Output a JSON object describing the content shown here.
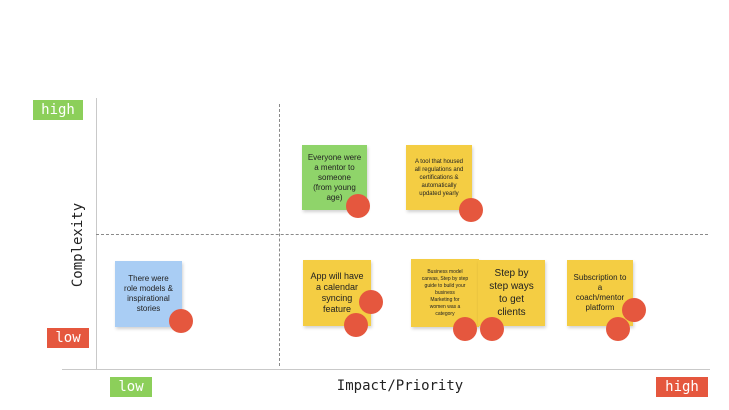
{
  "axes": {
    "y_label": "Complexity",
    "x_label": "Impact/Priority",
    "y_high": "high",
    "y_low": "low",
    "x_low": "low",
    "x_high": "high"
  },
  "notes": [
    {
      "text": "Everyone were\na mentor to\nsomeone\n(from young\nage)",
      "color": "green",
      "quadrant": "high-complexity-high-impact"
    },
    {
      "text": "A tool that housed\nall regulations and\ncertifications &\nautomatically\nupdated yearly",
      "color": "yellow",
      "quadrant": "high-complexity-high-impact"
    },
    {
      "text": "There were\nrole models &\ninspirational\nstories",
      "color": "blue",
      "quadrant": "low-complexity-low-impact"
    },
    {
      "text": "App will have\na calendar\nsyncing\nfeature",
      "color": "yellow",
      "quadrant": "low-complexity-high-impact"
    },
    {
      "text": "Business model\ncanvas, Step by step\nguide to build your\nbusiness\nMarketing for\nwomen was a\ncategory",
      "color": "yellow",
      "quadrant": "low-complexity-high-impact"
    },
    {
      "text": "Step by\nstep ways\nto get\nclients",
      "color": "yellow",
      "quadrant": "low-complexity-high-impact"
    },
    {
      "text": "Subscription to\na\ncoach/mentor\nplatform",
      "color": "yellow",
      "quadrant": "low-complexity-high-impact"
    }
  ],
  "colors": {
    "note_green": "#8fd46a",
    "note_yellow": "#f4cd43",
    "note_blue": "#a9cdf4",
    "vote_dot": "#e5573e",
    "tag_green": "#8ccf5a",
    "tag_red": "#e5573e"
  }
}
